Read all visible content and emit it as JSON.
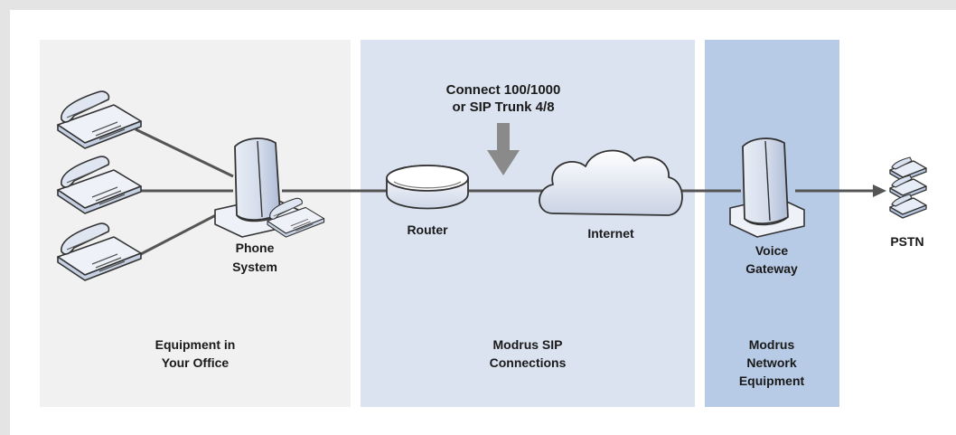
{
  "diagram": {
    "zones": [
      {
        "id": "office",
        "label_lines": [
          "Equipment in",
          "Your Office"
        ],
        "color": "#f1f1f1"
      },
      {
        "id": "sip",
        "label_lines": [
          "Modrus SIP",
          "Connections"
        ],
        "color": "#dbe3f0"
      },
      {
        "id": "network",
        "label_lines": [
          "Modrus",
          "Network",
          "Equipment"
        ],
        "color": "#b8cbe6"
      }
    ],
    "nodes": {
      "phone_system": [
        "Phone",
        "System"
      ],
      "router": "Router",
      "internet": "Internet",
      "voice_gateway": [
        "Voice",
        "Gateway"
      ],
      "pstn": "PSTN"
    },
    "callout": [
      "Connect 100/1000",
      "or SIP Trunk 4/8"
    ],
    "colors": {
      "line": "#555555",
      "arrow": "#8a8a8a",
      "text": "#1a1a1a",
      "frame": "#e4e4e4"
    }
  }
}
